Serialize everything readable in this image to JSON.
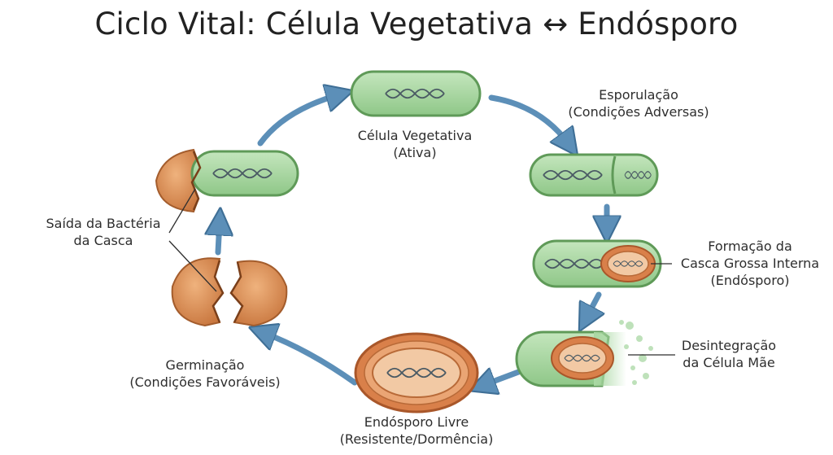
{
  "title": "Ciclo Vital: Célula Vegetativa ↔ Endósporo",
  "labels": {
    "vegetative": [
      "Célula Vegetativa",
      "(Ativa)"
    ],
    "sporulation": [
      "Esporulação",
      "(Condições Adversas)"
    ],
    "formation": [
      "Formação da",
      "Casca Grossa Interna",
      "(Endósporo)"
    ],
    "disintegration": [
      "Desintegração",
      "da Célula Mãe"
    ],
    "free_spore": [
      "Endósporo Livre",
      "(Resistente/Dormência)"
    ],
    "germination": [
      "Germinação",
      "(Condições Favoráveis)"
    ],
    "exit": [
      "Saída da Bactéria",
      "da Casca"
    ]
  },
  "colors": {
    "cell_fill": "#a9d8a3",
    "cell_stroke": "#5f9a58",
    "spore_outer": "#d9804a",
    "spore_inner": "#f2c9a4",
    "shell": "#d9905a",
    "arrow": "#5c8fb8",
    "dna": "#4a5a64"
  }
}
